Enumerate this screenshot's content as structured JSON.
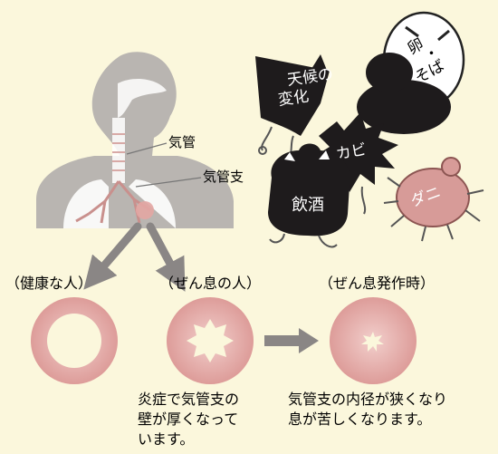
{
  "anatomy": {
    "trachea_label": "気管",
    "bronchi_label": "気管支"
  },
  "triggers": {
    "weather_lines": [
      "天候の",
      "変化"
    ],
    "egg_soba_lines": [
      "卵",
      "・",
      "そば"
    ],
    "mold_label": "カビ",
    "alcohol_label": "飲酒",
    "mite_label": "ダニ"
  },
  "cross_sections": {
    "healthy_caption": "（健康な人）",
    "asthma_caption": "（ぜん息の人）",
    "attack_caption": "（ぜん息発作時）"
  },
  "notes": {
    "inflammation_lines": [
      "炎症で気管支の",
      "壁が厚くなって",
      "います。"
    ],
    "narrowing_lines": [
      "気管支の内径が狭くなり",
      "息が苦しくなります。"
    ]
  },
  "colors": {
    "background": "#fbf7dc",
    "body_gray": "#b9b5b1",
    "ring_pink": "#e3a6a3",
    "monster_black": "#1e1b1c",
    "mite_pink": "#d79b98"
  }
}
